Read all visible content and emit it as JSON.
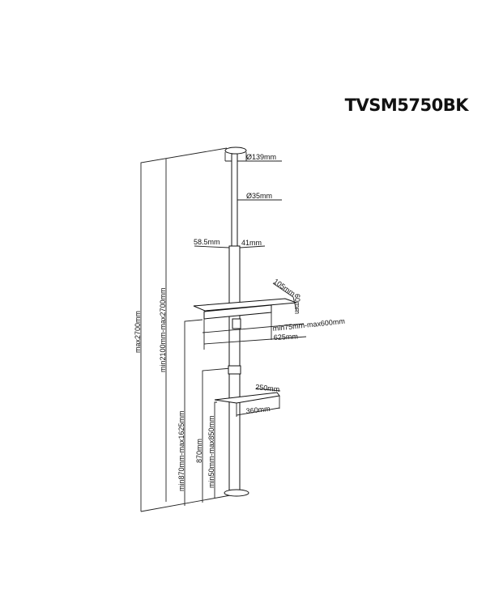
{
  "title": "TVSM5750BK",
  "labels": {
    "top_plate_diameter": "Ø139mm",
    "pole_diameter": "Ø35mm",
    "sleeve_left": "58.5mm",
    "sleeve_right": "41mm",
    "shelf_depth": "105mm",
    "shelf_height": "60mm",
    "vesa_range": "min75mm-max600mm",
    "shelf_width": "625mm",
    "lower_shelf_depth": "250mm",
    "lower_shelf_width": "360mm",
    "total_height": "max2700mm",
    "ceiling_range": "min2100mm-max2700mm",
    "tv_height_range": "min870mm-max1625mm",
    "fixed_height": "870mm",
    "lower_shelf_range": "min50mm-max850mm"
  }
}
